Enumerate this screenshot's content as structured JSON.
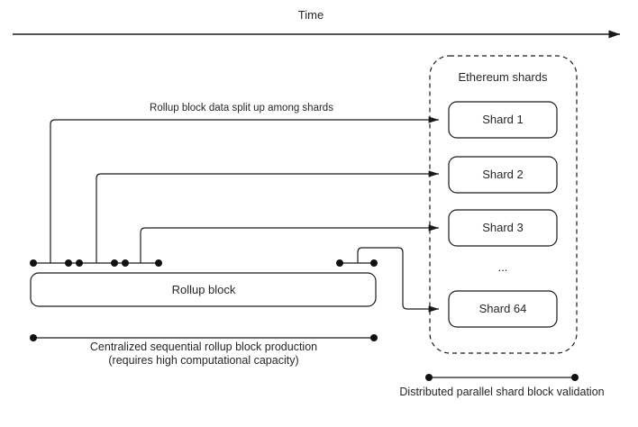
{
  "diagram": {
    "title_axis": {
      "label": "Time"
    },
    "flow_label": {
      "text": "Rollup block data split up among shards"
    },
    "rollup_block": {
      "label": "Rollup block"
    },
    "captions": {
      "centralized_line1": "Centralized sequential rollup block production",
      "centralized_line2": "(requires high computational capacity)",
      "distributed": "Distributed parallel shard block validation"
    },
    "shards_panel": {
      "title": "Ethereum shards",
      "ellipsis": "...",
      "shards": [
        {
          "label": "Shard 1"
        },
        {
          "label": "Shard 2"
        },
        {
          "label": "Shard 3"
        },
        {
          "label": "Shard 64"
        }
      ]
    },
    "colors": {
      "stroke": "#1a1a1a",
      "text": "#262626",
      "background": "#ffffff",
      "panel_border": "#1a1a1a"
    }
  }
}
